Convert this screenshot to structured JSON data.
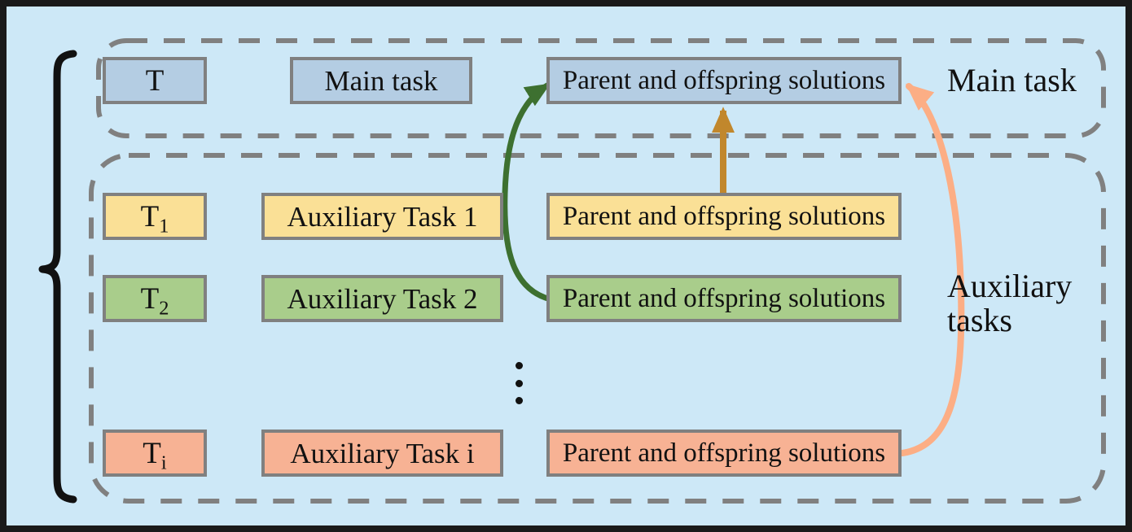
{
  "figure": {
    "background_color": "#cde8f7",
    "border_color": "#1a1a1a",
    "dashed_group_color": "#808080",
    "box_border_color": "#808080"
  },
  "groups": [
    {
      "id": "main-task-group",
      "label": "Main task",
      "color": "#b4cde3"
    },
    {
      "id": "auxiliary-task-group",
      "label": "Auxiliary\ntasks",
      "color": "#f7b294"
    }
  ],
  "group_labels": {
    "main": "Main task",
    "auxiliary_line1": "Auxiliary",
    "auxiliary_line2": "tasks"
  },
  "rows": [
    {
      "id": "main",
      "color": "#b4cde3",
      "symbol": "T",
      "symbol_sub": "",
      "task_name": "Main task",
      "solutions": "Parent and offspring solutions"
    },
    {
      "id": "aux-1",
      "color": "#fae096",
      "symbol": "T",
      "symbol_sub": "1",
      "task_name": "Auxiliary Task 1",
      "solutions": "Parent and offspring solutions"
    },
    {
      "id": "aux-2",
      "color": "#a9cd8b",
      "symbol": "T",
      "symbol_sub": "2",
      "task_name": "Auxiliary Task 2",
      "solutions": "Parent and offspring solutions"
    },
    {
      "id": "aux-i",
      "color": "#f7b294",
      "symbol": "T",
      "symbol_sub": "i",
      "task_name": "Auxiliary Task i",
      "solutions": "Parent and offspring solutions"
    }
  ],
  "ellipsis": "⋮",
  "arrows": [
    {
      "id": "green-arrow",
      "color": "#3d7030",
      "from": "aux-2 solutions (left)",
      "to": "main solutions (left)"
    },
    {
      "id": "gold-arrow",
      "color": "#c1872c",
      "from": "aux-1 solutions (top)",
      "to": "main solutions (bottom)"
    },
    {
      "id": "salmon-arrow",
      "color": "#fcae85",
      "from": "aux-i solutions (right)",
      "to": "main solutions (right)"
    }
  ],
  "brace": {
    "id": "left-brace",
    "color": "#111111"
  }
}
